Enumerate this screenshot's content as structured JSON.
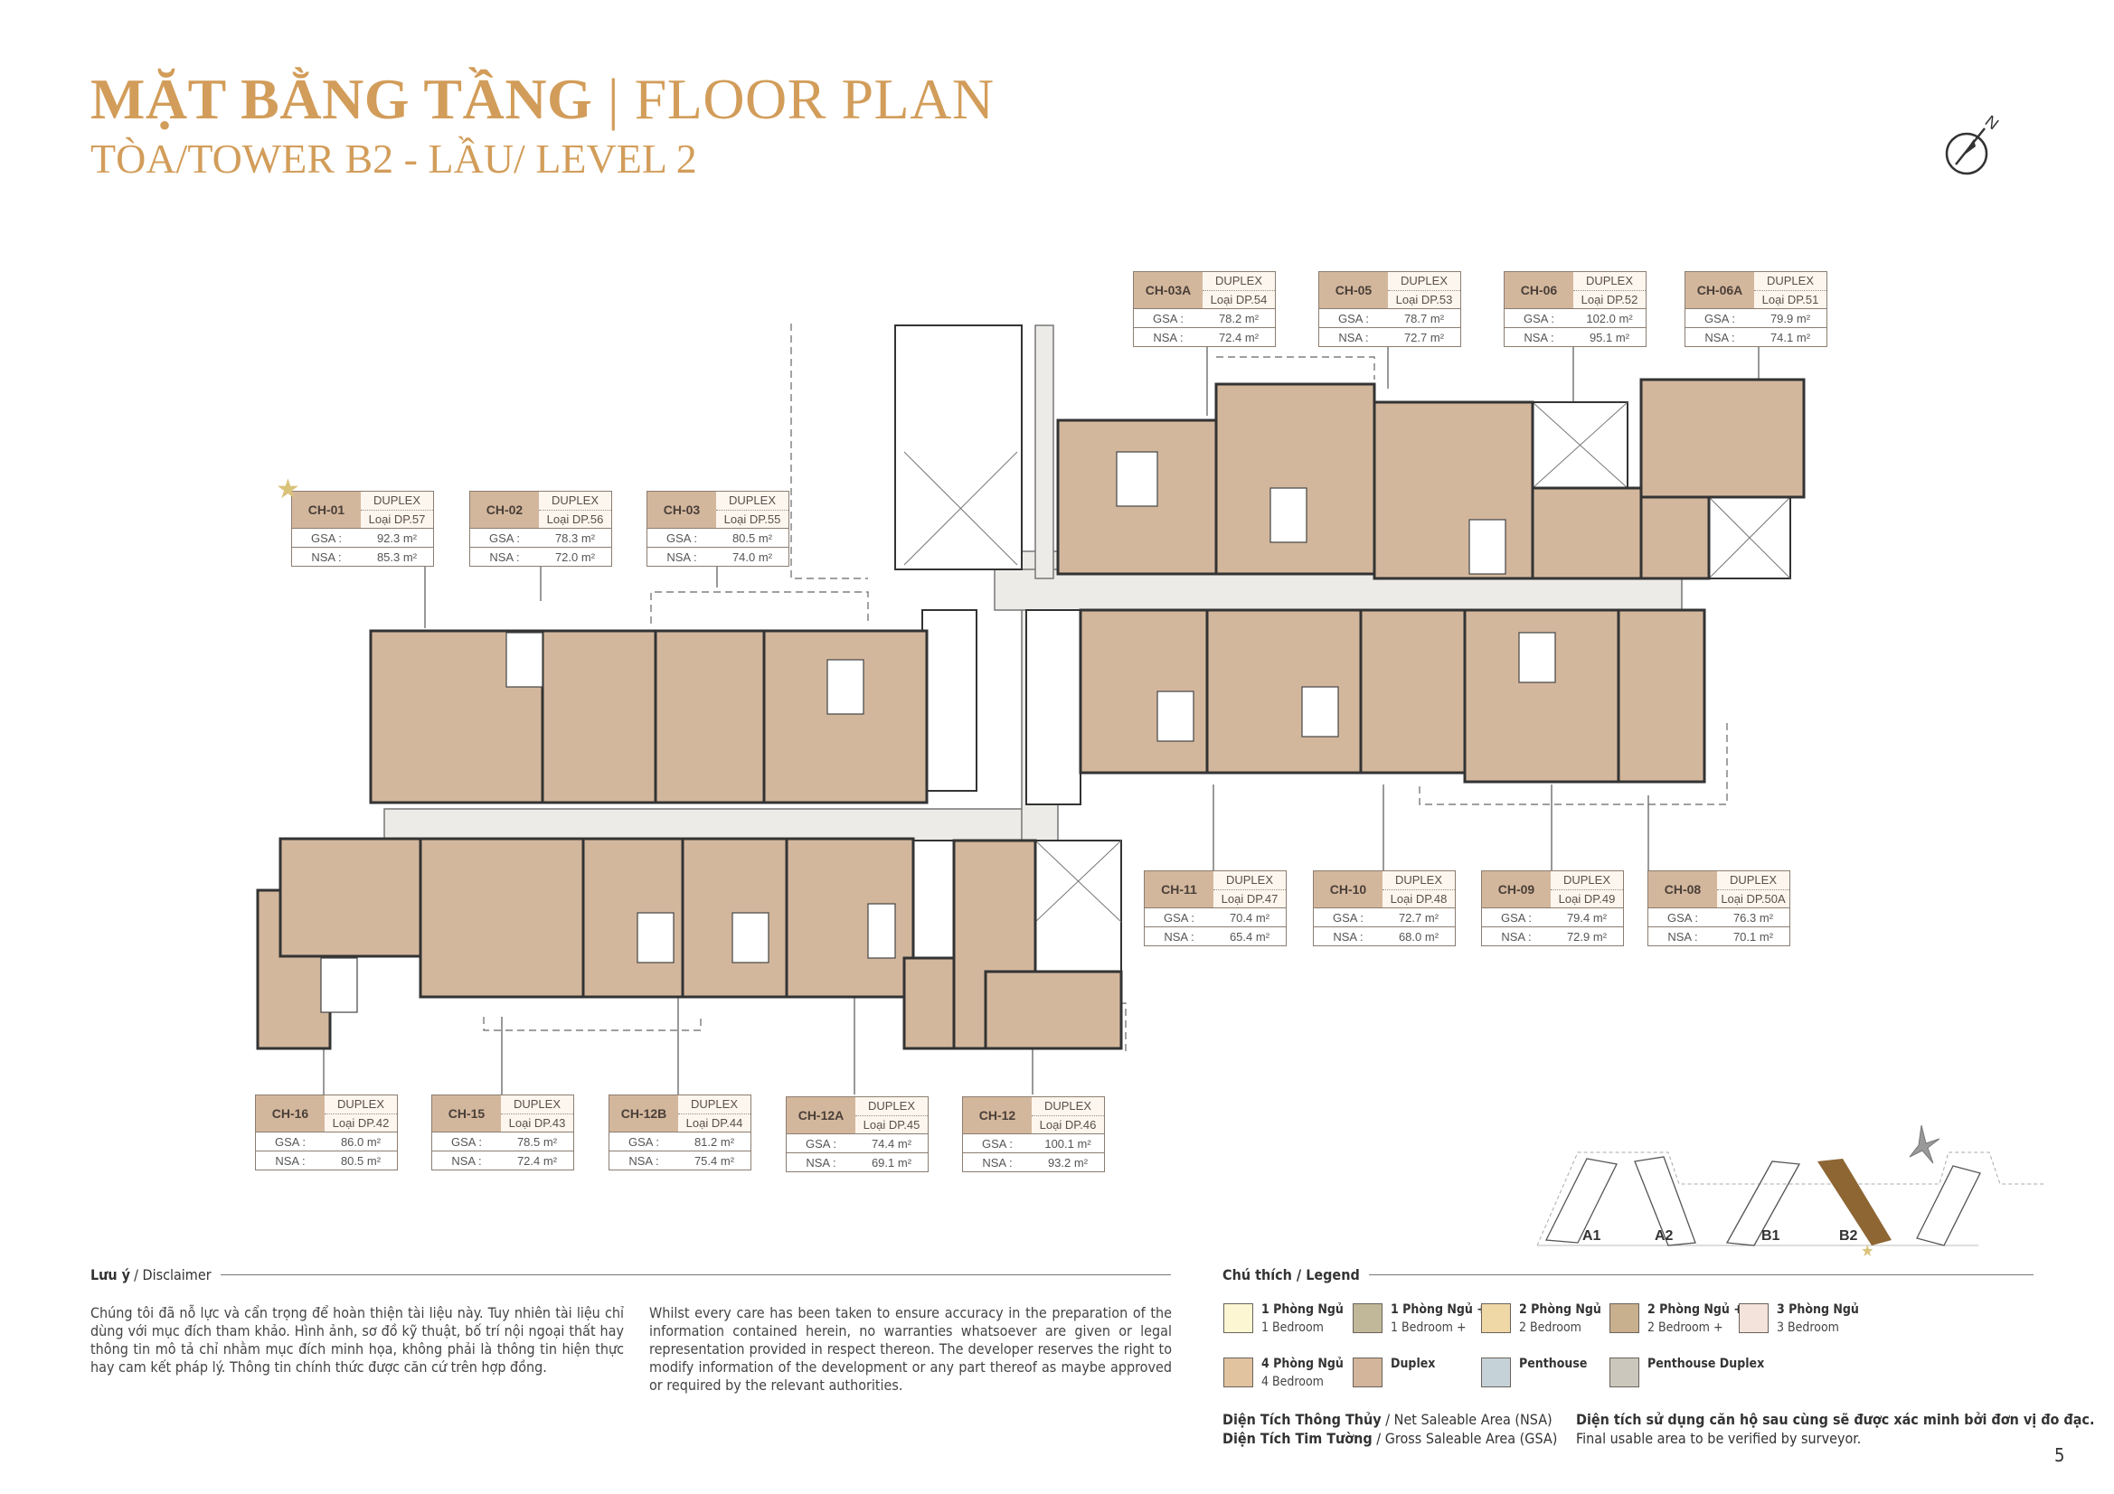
{
  "header": {
    "title_vn": "MẶT BẰNG TẦNG",
    "title_sep": "|",
    "title_en": "FLOOR PLAN",
    "subtitle": "TÒA/TOWER B2 - LẦU/ LEVEL 2",
    "brand_color": "#d29d5a"
  },
  "compass": {
    "icon": "north-arrow-icon",
    "label": "N"
  },
  "units": [
    {
      "code": "CH-03A",
      "type": "DUPLEX",
      "model": "Loại DP.54",
      "gsa_label": "GSA :",
      "gsa": "78.2 m²",
      "nsa_label": "NSA :",
      "nsa": "72.4 m²"
    },
    {
      "code": "CH-05",
      "type": "DUPLEX",
      "model": "Loại DP.53",
      "gsa_label": "GSA :",
      "gsa": "78.7 m²",
      "nsa_label": "NSA :",
      "nsa": "72.7 m²"
    },
    {
      "code": "CH-06",
      "type": "DUPLEX",
      "model": "Loại DP.52",
      "gsa_label": "GSA :",
      "gsa": "102.0 m²",
      "nsa_label": "NSA :",
      "nsa": "95.1 m²"
    },
    {
      "code": "CH-06A",
      "type": "DUPLEX",
      "model": "Loại DP.51",
      "gsa_label": "GSA :",
      "gsa": "79.9 m²",
      "nsa_label": "NSA :",
      "nsa": "74.1 m²"
    },
    {
      "code": "CH-01",
      "type": "DUPLEX",
      "model": "Loại DP.57",
      "gsa_label": "GSA :",
      "gsa": "92.3 m²",
      "nsa_label": "NSA :",
      "nsa": "85.3 m²",
      "starred": true
    },
    {
      "code": "CH-02",
      "type": "DUPLEX",
      "model": "Loại DP.56",
      "gsa_label": "GSA :",
      "gsa": "78.3 m²",
      "nsa_label": "NSA :",
      "nsa": "72.0 m²"
    },
    {
      "code": "CH-03",
      "type": "DUPLEX",
      "model": "Loại DP.55",
      "gsa_label": "GSA :",
      "gsa": "80.5 m²",
      "nsa_label": "NSA :",
      "nsa": "74.0 m²"
    },
    {
      "code": "CH-11",
      "type": "DUPLEX",
      "model": "Loại DP.47",
      "gsa_label": "GSA :",
      "gsa": "70.4 m²",
      "nsa_label": "NSA :",
      "nsa": "65.4 m²"
    },
    {
      "code": "CH-10",
      "type": "DUPLEX",
      "model": "Loại DP.48",
      "gsa_label": "GSA :",
      "gsa": "72.7 m²",
      "nsa_label": "NSA :",
      "nsa": "68.0 m²"
    },
    {
      "code": "CH-09",
      "type": "DUPLEX",
      "model": "Loại DP.49",
      "gsa_label": "GSA :",
      "gsa": "79.4 m²",
      "nsa_label": "NSA :",
      "nsa": "72.9 m²"
    },
    {
      "code": "CH-08",
      "type": "DUPLEX",
      "model": "Loại DP.50A",
      "gsa_label": "GSA :",
      "gsa": "76.3 m²",
      "nsa_label": "NSA :",
      "nsa": "70.1 m²"
    },
    {
      "code": "CH-16",
      "type": "DUPLEX",
      "model": "Loại DP.42",
      "gsa_label": "GSA :",
      "gsa": "86.0 m²",
      "nsa_label": "NSA :",
      "nsa": "80.5 m²"
    },
    {
      "code": "CH-15",
      "type": "DUPLEX",
      "model": "Loại DP.43",
      "gsa_label": "GSA :",
      "gsa": "78.5 m²",
      "nsa_label": "NSA :",
      "nsa": "72.4  m²"
    },
    {
      "code": "CH-12B",
      "type": "DUPLEX",
      "model": "Loại DP.44",
      "gsa_label": "GSA :",
      "gsa": "81.2 m²",
      "nsa_label": "NSA :",
      "nsa": "75.4 m²"
    },
    {
      "code": "CH-12A",
      "type": "DUPLEX",
      "model": "Loại DP.45",
      "gsa_label": "GSA :",
      "gsa": "74.4 m²",
      "nsa_label": "NSA :",
      "nsa": "69.1 m²"
    },
    {
      "code": "CH-12",
      "type": "DUPLEX",
      "model": "Loại DP.46",
      "gsa_label": "GSA :",
      "gsa": "100.1 m²",
      "nsa_label": "NSA :",
      "nsa": "93.2 m²"
    }
  ],
  "keyplan": {
    "towers": [
      "A1",
      "A2",
      "B1",
      "B2"
    ],
    "highlighted": "B2",
    "highlight_color": "#8d6633"
  },
  "disclaimer": {
    "heading_bold": "Lưu ý",
    "heading_light": "/ Disclaimer",
    "text_vn": "Chúng tôi đã nỗ lực và cẩn trọng để hoàn thiện tài liệu này. Tuy nhiên tài liệu chỉ dùng với mục đích tham khảo. Hình ảnh, sơ đồ kỹ thuật, bố trí nội ngoại thất hay thông tin mô tả chỉ nhằm mục đích minh họa, không phải là thông tin hiện thực hay cam kết pháp lý. Thông tin chính thức được căn cứ trên hợp đồng.",
    "text_en": "Whilst every care has been taken to ensure accuracy in the preparation of the information contained herein, no warranties whatsoever are given or legal representation provided in respect thereon. The developer reserves the right to modify information of the development or any part thereof as maybe approved or required by the relevant authorities."
  },
  "legend": {
    "heading": "Chú thích / Legend",
    "items": [
      {
        "vn": "1 Phòng Ngủ",
        "en": "1 Bedroom",
        "color": "#fdf6d3"
      },
      {
        "vn": "1 Phòng Ngủ +",
        "en": "1 Bedroom +",
        "color": "#c0b898"
      },
      {
        "vn": "2 Phòng Ngủ",
        "en": "2 Bedroom",
        "color": "#efd7a6"
      },
      {
        "vn": "2 Phòng Ngủ +",
        "en": "2 Bedroom +",
        "color": "#c8af8e"
      },
      {
        "vn": "3 Phòng Ngủ",
        "en": "3 Bedroom",
        "color": "#f3e3da"
      },
      {
        "vn": "4 Phòng Ngủ",
        "en": "4 Bedroom",
        "color": "#e1c3a0"
      },
      {
        "vn": "Duplex",
        "en": "",
        "color": "#d2b59a"
      },
      {
        "vn": "Penthouse",
        "en": "",
        "color": "#c5d2d8"
      },
      {
        "vn": "Penthouse Duplex",
        "en": "",
        "color": "#cbc7bc"
      }
    ]
  },
  "notes": {
    "nsa_bold": "Diện Tích Thông Thủy",
    "nsa_light": "/ Net Saleable Area (NSA)",
    "gsa_bold": "Diện Tích Tim Tường",
    "gsa_light": "/ Gross Saleable Area (GSA)",
    "verify_vn": "Diện tích sử dụng căn hộ sau cùng sẽ được xác minh bởi đơn vị đo đạc.",
    "verify_en": "Final usable area to be verified by surveyor."
  },
  "page_number": "5"
}
